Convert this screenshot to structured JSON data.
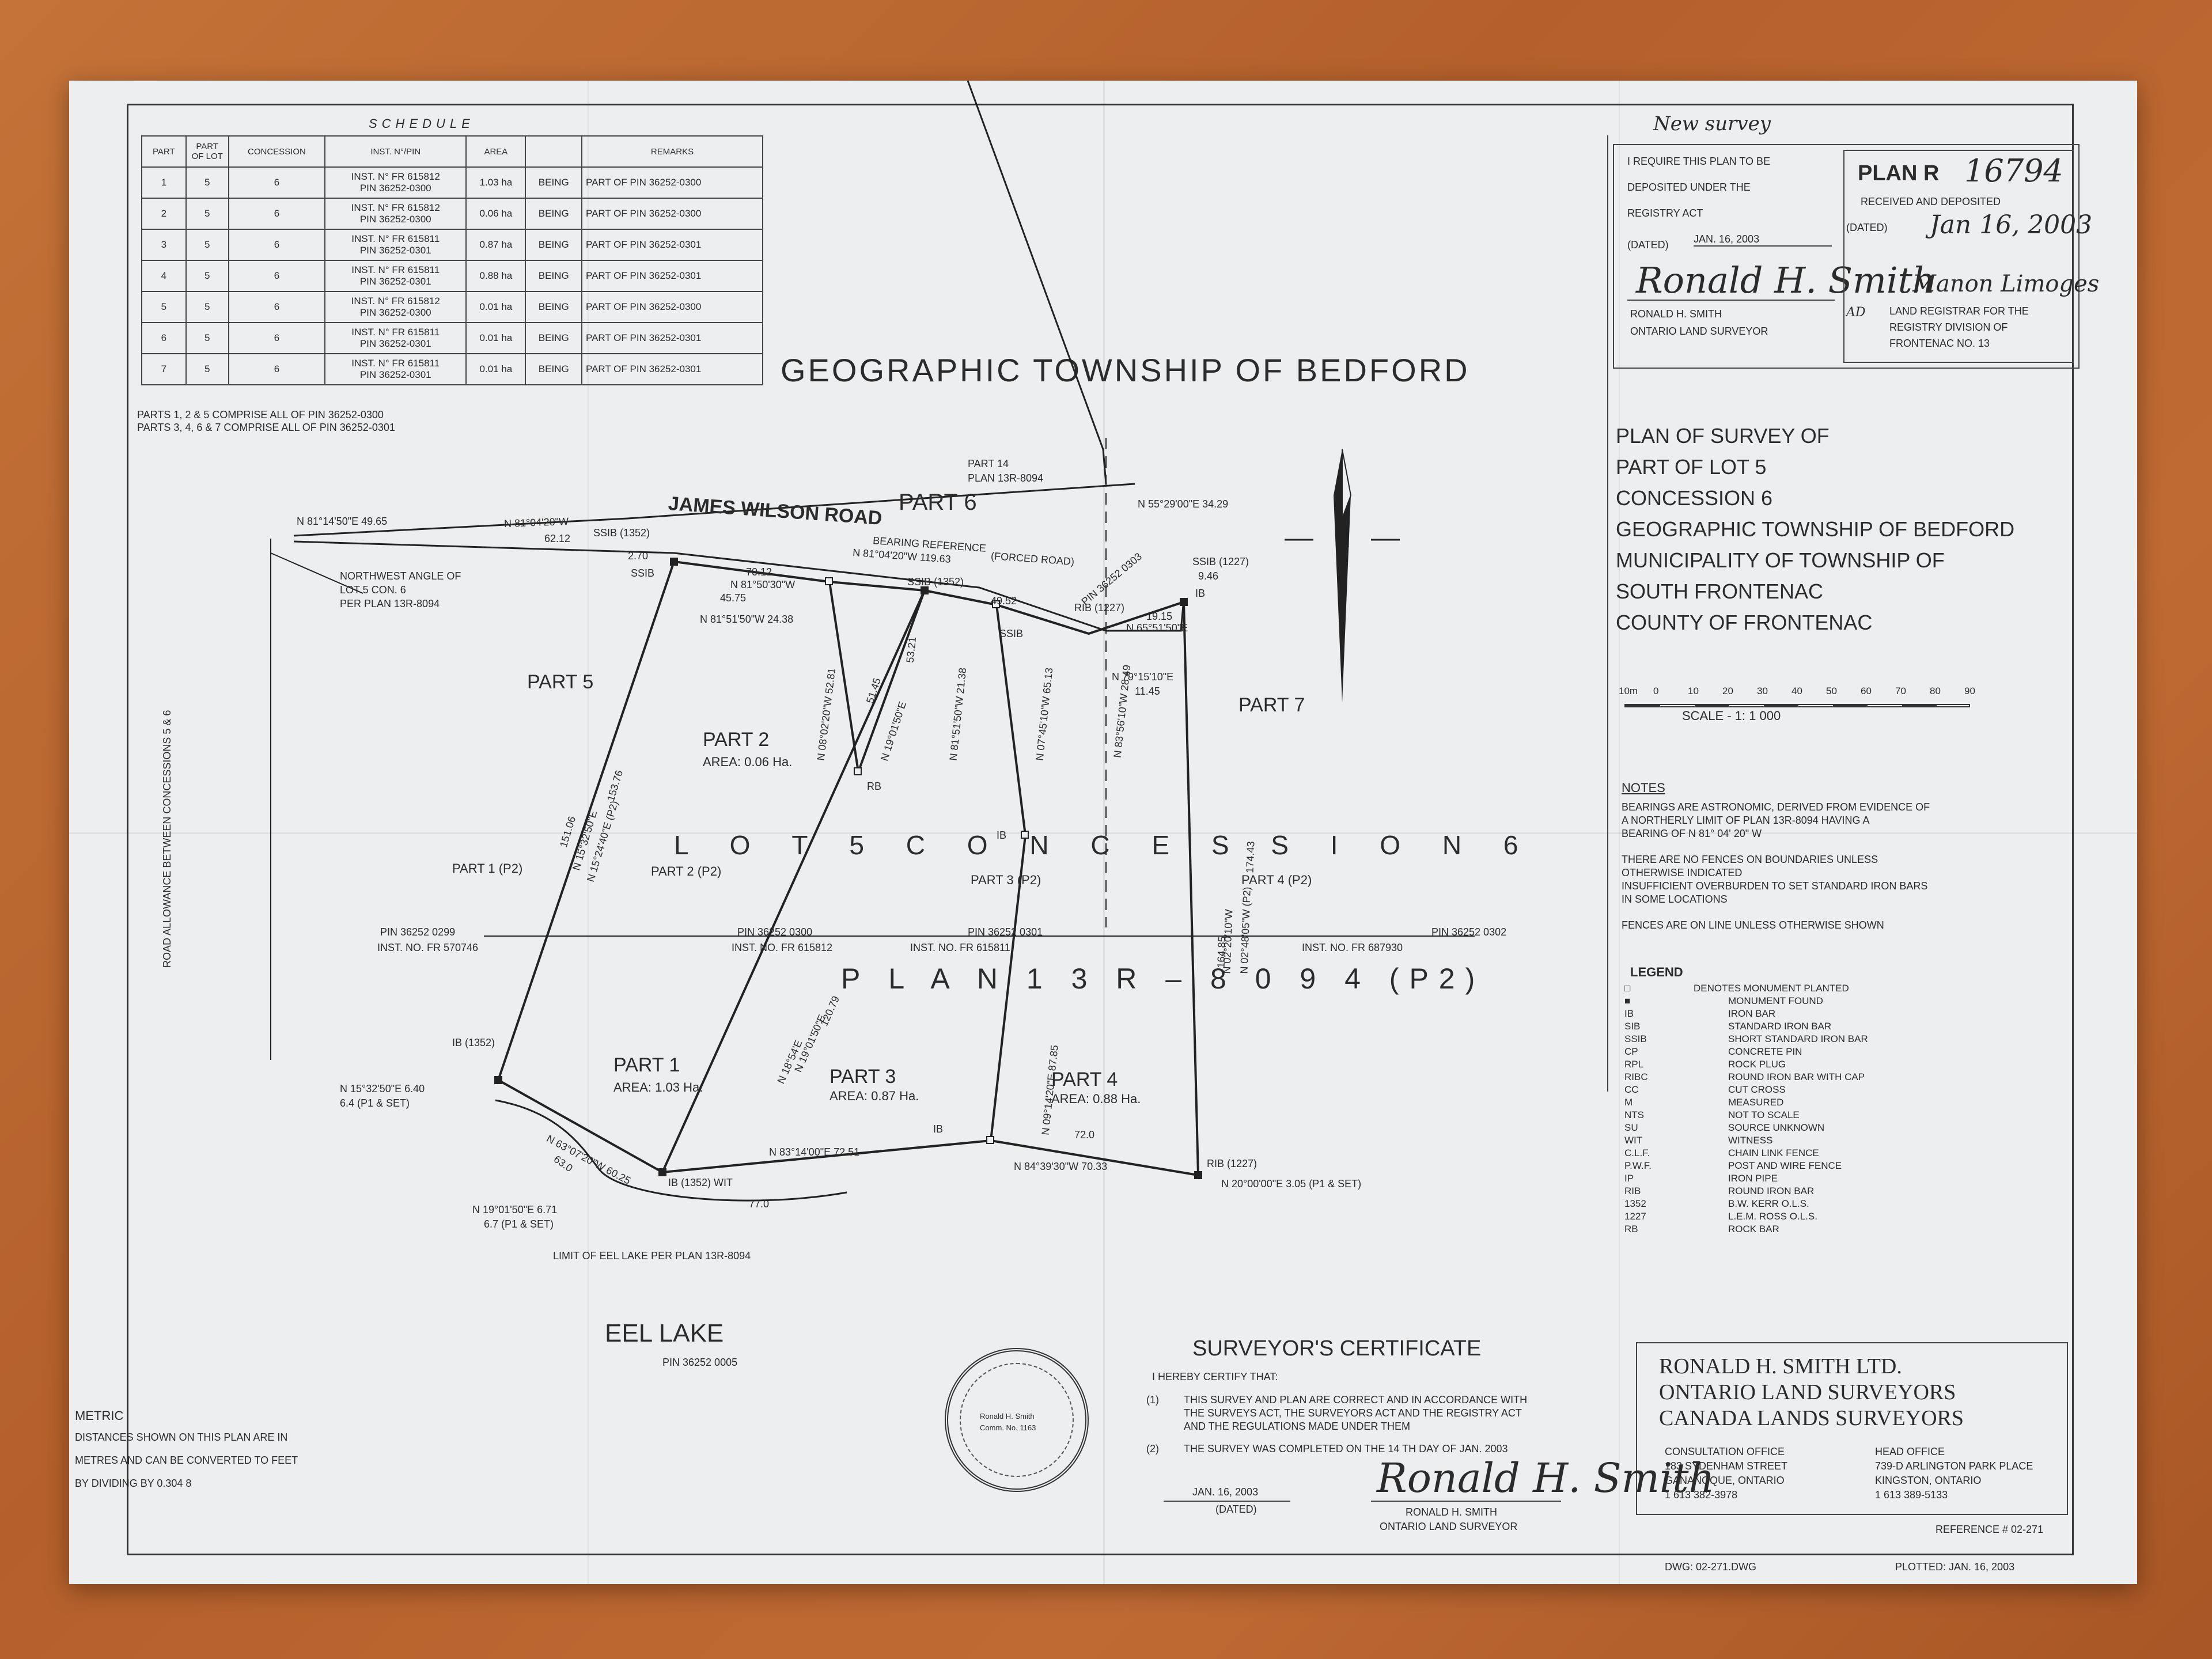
{
  "header_note": "New survey",
  "schedule": {
    "title": "SCHEDULE",
    "columns": [
      "PART",
      "PART OF LOT",
      "CONCESSION",
      "INST. N°/PIN",
      "AREA",
      "",
      "REMARKS"
    ],
    "rows": [
      [
        "1",
        "5",
        "6",
        "INST. N° FR 615812",
        "PIN 36252-0300",
        "1.03 ha",
        "BEING",
        "PART OF PIN 36252-0300"
      ],
      [
        "2",
        "5",
        "6",
        "INST. N° FR 615812",
        "PIN 36252-0300",
        "0.06 ha",
        "BEING",
        "PART OF PIN 36252-0300"
      ],
      [
        "3",
        "5",
        "6",
        "INST. N° FR 615811",
        "PIN 36252-0301",
        "0.87 ha",
        "BEING",
        "PART OF PIN 36252-0301"
      ],
      [
        "4",
        "5",
        "6",
        "INST. N° FR 615811",
        "PIN 36252-0301",
        "0.88 ha",
        "BEING",
        "PART OF PIN 36252-0301"
      ],
      [
        "5",
        "5",
        "6",
        "INST. N° FR 615812",
        "PIN 36252-0300",
        "0.01 ha",
        "BEING",
        "PART OF PIN 36252-0300"
      ],
      [
        "6",
        "5",
        "6",
        "INST. N° FR 615811",
        "PIN 36252-0301",
        "0.01 ha",
        "BEING",
        "PART OF PIN 36252-0301"
      ],
      [
        "7",
        "5",
        "6",
        "INST. N° FR 615811",
        "PIN 36252-0301",
        "0.01 ha",
        "BEING",
        "PART OF PIN 36252-0301"
      ]
    ],
    "note1": "PARTS 1, 2 & 5 COMPRISE ALL OF PIN 36252-0300",
    "note2": "PARTS 3, 4, 6 & 7 COMPRISE ALL OF PIN 36252-0301"
  },
  "main_title": "GEOGRAPHIC TOWNSHIP OF BEDFORD",
  "deposit": {
    "line1": "I REQUIRE THIS PLAN TO BE",
    "line2": "DEPOSITED UNDER THE",
    "line3": "REGISTRY ACT",
    "dated_label": "(DATED)",
    "dated_value": "JAN. 16, 2003",
    "signer_name": "RONALD H. SMITH",
    "signer_title": "ONTARIO LAND SURVEYOR"
  },
  "plan_r": {
    "label": "PLAN R",
    "number": "16794",
    "received": "RECEIVED AND DEPOSITED",
    "dated_label": "(DATED)",
    "dated_value": "Jan 16, 2003",
    "registrar_sig": "Manon Limoges",
    "registrar_prefix": "AD",
    "registrar_1": "LAND REGISTRAR FOR THE",
    "registrar_2": "REGISTRY DIVISION OF",
    "registrar_3": "FRONTENAC NO. 13"
  },
  "plan_title": [
    "PLAN OF SURVEY OF",
    "PART OF LOT 5",
    "CONCESSION 6",
    "GEOGRAPHIC TOWNSHIP OF BEDFORD",
    "MUNICIPALITY OF TOWNSHIP OF",
    "SOUTH FRONTENAC",
    "COUNTY OF FRONTENAC"
  ],
  "scale": {
    "ticks": [
      "10m",
      "0",
      "10",
      "20",
      "30",
      "40",
      "50",
      "60",
      "70",
      "80",
      "90"
    ],
    "label": "SCALE   -   1: 1 000"
  },
  "notes": {
    "title": "NOTES",
    "lines": [
      "BEARINGS ARE ASTRONOMIC, DERIVED FROM EVIDENCE OF",
      "A NORTHERLY LIMIT OF PLAN 13R-8094 HAVING A",
      "BEARING OF N 81° 04' 20\" W",
      "THERE ARE NO FENCES ON BOUNDARIES UNLESS",
      "OTHERWISE INDICATED",
      "INSUFFICIENT OVERBURDEN TO SET STANDARD IRON BARS",
      "IN SOME LOCATIONS",
      "FENCES ARE ON LINE UNLESS OTHERWISE SHOWN"
    ]
  },
  "legend": {
    "title": "LEGEND",
    "items": [
      [
        "□",
        "DENOTES MONUMENT PLANTED"
      ],
      [
        "■",
        "MONUMENT FOUND"
      ],
      [
        "IB",
        "IRON BAR"
      ],
      [
        "SIB",
        "STANDARD IRON BAR"
      ],
      [
        "SSIB",
        "SHORT STANDARD IRON BAR"
      ],
      [
        "CP",
        "CONCRETE PIN"
      ],
      [
        "RPL",
        "ROCK PLUG"
      ],
      [
        "RIBC",
        "ROUND IRON BAR WITH CAP"
      ],
      [
        "CC",
        "CUT CROSS"
      ],
      [
        "M",
        "MEASURED"
      ],
      [
        "NTS",
        "NOT TO SCALE"
      ],
      [
        "SU",
        "SOURCE UNKNOWN"
      ],
      [
        "WIT",
        "WITNESS"
      ],
      [
        "C.L.F.",
        "CHAIN LINK FENCE"
      ],
      [
        "P.W.F.",
        "POST AND WIRE FENCE"
      ],
      [
        "IP",
        "IRON PIPE"
      ],
      [
        "RIB",
        "ROUND IRON BAR"
      ],
      [
        "1352",
        "B.W. KERR O.L.S."
      ],
      [
        "1227",
        "L.E.M. ROSS O.L.S."
      ],
      [
        "RB",
        "ROCK BAR"
      ]
    ]
  },
  "firm": {
    "name1": "RONALD H. SMITH LTD.",
    "name2": "ONTARIO LAND SURVEYORS",
    "name3": "CANADA LANDS SURVEYORS",
    "consult_title": "CONSULTATION OFFICE",
    "consult_1": "183 SYDENHAM STREET",
    "consult_2": "GANANOQUE, ONTARIO",
    "consult_3": "1 613 382-3978",
    "head_title": "HEAD OFFICE",
    "head_1": "739-D ARLINGTON PARK PLACE",
    "head_2": "KINGSTON, ONTARIO",
    "head_3": "1 613 389-5133",
    "reference": "REFERENCE # 02-271",
    "dwg": "DWG:  02-271.DWG",
    "plotted": "PLOTTED:  JAN. 16, 2003"
  },
  "certificate": {
    "title": "SURVEYOR'S CERTIFICATE",
    "intro": "I HEREBY CERTIFY THAT:",
    "item1_num": "(1)",
    "item1_a": "THIS SURVEY AND PLAN ARE CORRECT AND IN ACCORDANCE WITH",
    "item1_b": "THE SURVEYS ACT, THE SURVEYORS ACT AND THE REGISTRY ACT",
    "item1_c": "AND THE REGULATIONS MADE UNDER THEM",
    "item2_num": "(2)",
    "item2": "THE SURVEY WAS COMPLETED ON THE  14 TH  DAY OF  JAN. 2003",
    "date": "JAN. 16, 2003",
    "dated": "(DATED)",
    "name": "RONALD H. SMITH",
    "title2": "ONTARIO LAND SURVEYOR",
    "seal_1": "Ronald H. Smith",
    "seal_2": "Comm. No. 1163"
  },
  "metric": {
    "title": "METRIC",
    "l1": "DISTANCES SHOWN ON THIS PLAN ARE IN",
    "l2": "METRES AND CAN BE CONVERTED TO FEET",
    "l3": "BY DIVIDING BY 0.304 8"
  },
  "map": {
    "road": "JAMES WILSON ROAD",
    "part6": "PART 6",
    "part14": "PART 14",
    "plan13r": "PLAN  13R-8094",
    "forced": "(FORCED ROAD)",
    "bearing_ref_1": "BEARING REFERENCE",
    "bearing_ref_2": "N 81°04'20\"W  119.63",
    "lot_conc": "L O T 5     C O N C E S S I O N     6",
    "plan_big": "P L A N   1 3 R  –  8 0 9 4 (P2)",
    "part1": "PART 1",
    "part1_area": "AREA: 1.03 Ha.",
    "part2": "PART 2",
    "part2_area": "AREA: 0.06 Ha.",
    "part3": "PART 3",
    "part3_area": "AREA: 0.87 Ha.",
    "part4": "PART 4",
    "part4_area": "AREA: 0.88 Ha.",
    "part5": "PART 5",
    "part7": "PART 7",
    "p1p2": "PART 1 (P2)",
    "p2p2": "PART 2 (P2)",
    "p3p2": "PART    3 (P2)",
    "p4p2": "PART  4 (P2)",
    "pin0299": "PIN 36252 0299",
    "inst570746": "INST. NO. FR 570746",
    "pin0300": "PIN 36252 0300",
    "inst615812": "INST. NO. FR 615812",
    "pin0301": "PIN       36252       0301",
    "inst615811": "INST.       NO.       FR 615811",
    "pin0302": "PIN 36252 0302",
    "inst687930": "INST. NO. FR 687930",
    "nw_angle_1": "NORTHWEST ANGLE OF",
    "nw_angle_2": "LOT 5 CON. 6",
    "nw_angle_3": "PER PLAN 13R-8094",
    "road_allowance": "ROAD ALLOWANCE BETWEEN CONCESSIONS 5 & 6",
    "eel_lake": "EEL      LAKE",
    "pin0005": "PIN 36252 0005",
    "eel_limit": "LIMIT OF EEL LAKE PER PLAN 13R-8094",
    "b_top1": "N 81°14'50\"E  49.65",
    "b_top2": "N 81°04'20\"W",
    "b_top3": "62.12",
    "ssib1352": "SSIB (1352)",
    "d270": "2.70",
    "ssib": "SSIB",
    "d7012": "70.12",
    "b81_50": "N 81°50'30\"W",
    "d4575": "45.75",
    "ssib1352b": "SSIB (1352)",
    "d4952": "49.52",
    "rib1227": "RIB (1227)",
    "b81_51": "N 81°51'50\"W  24.38",
    "ssib2": "SSIB",
    "pin0303": "PIN 36252 0303",
    "b55": "N 55°29'00\"E  34.29",
    "ssib1227": "SSIB (1227)",
    "d946": "9.46",
    "ib": "IB",
    "d1915": "19.15",
    "b65": "N 65°51'50\"E",
    "b79": "N 79°15'10\"E",
    "d1145": "11.45",
    "b_w1": "N 15°32'50\"E",
    "b_w2": "N 15°24'40\"E (P2)",
    "d15106": "151.06",
    "d15376": "153.76",
    "b_p2a": "N 08°02'20\"W  52.81",
    "b_p2b": "N 19°01'50\"E",
    "d5145": "51.45",
    "d5321": "53.21",
    "b_81_51b": "N 81°51'50\"W  21.38",
    "b_07": "N 07°45'10\"W  65.13",
    "b_83": "N 83°56'10\"W  28.49",
    "rb": "RB",
    "ib2": "IB",
    "b_e1": "N 02°20'10\"W",
    "b_e2": "N 02°48'05\"W (P2)",
    "d17443": "174.43",
    "d16485": "164.85",
    "b_mid1": "N 18°54'E",
    "b_mid2": "N 19°01'50\"E",
    "d12079": "120.79",
    "b_09": "N 09°14'20\"E  87.85",
    "ib1352": "IB (1352)",
    "b_sw": "N 15°32'50\"E  6.40",
    "d64": "6.4 (P1 & SET)",
    "b_63": "N 63°07'20\"W  60.25",
    "d630": "63.0",
    "b_19": "N 19°01'50\"E  6.71",
    "d67": "6.7 (P1 & SET)",
    "ib1352wit": "IB (1352) WIT",
    "d770": "77.0",
    "b_83e": "N 83°14'00\"E  72.51",
    "ib3": "IB",
    "d720": "72.0",
    "b_84": "N 84°39'30\"W  70.33",
    "rib1227b": "RIB (1227)",
    "b_20": "N 20°00'00\"E  3.05 (P1 & SET)"
  }
}
